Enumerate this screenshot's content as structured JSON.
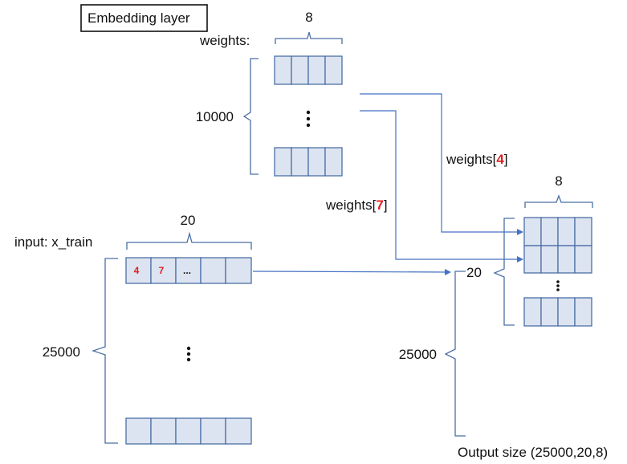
{
  "title": "Embedding layer",
  "weights_label": "weights:",
  "weights_cols_count": "8",
  "weights_rows_count": "10000",
  "weights_4_prefix": "weights[",
  "weights_4_index": "4",
  "weights_4_suffix": "]",
  "weights_7_prefix": "weights[",
  "weights_7_index": "7",
  "weights_7_suffix": "]",
  "input_label": "input: x_train",
  "input_cols_count": "20",
  "input_rows_count": "25000",
  "input_cells": [
    "4",
    "7",
    "...",
    "",
    ""
  ],
  "output_cols_count": "8",
  "output_inner_count": "20",
  "output_outer_count": "25000",
  "output_size_label": "Output size (25000,20,8)",
  "colors": {
    "cell_fill": "#dde4f1",
    "cell_stroke": "#4a6fa5",
    "connector": "#4472c4",
    "highlight": "#e02020"
  }
}
